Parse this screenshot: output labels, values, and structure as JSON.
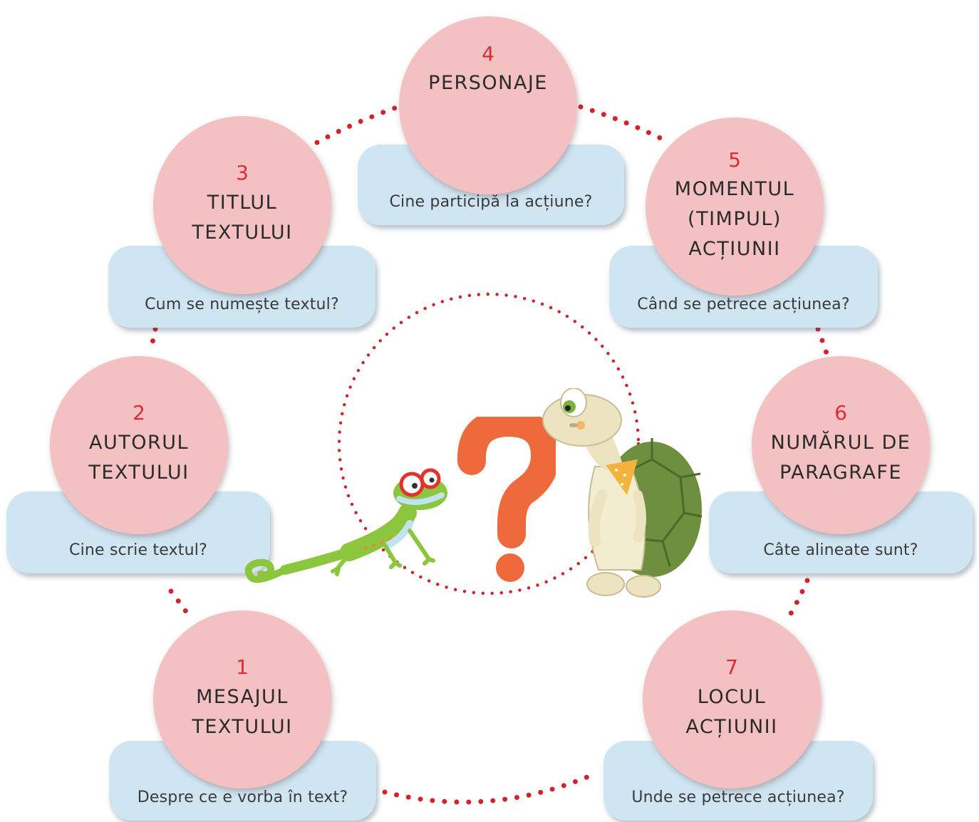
{
  "steps": [
    {
      "number": "1",
      "title": "MESAJUL\nTEXTULUI",
      "question": "Despre ce e vorba în text?"
    },
    {
      "number": "2",
      "title": "AUTORUL\nTEXTULUI",
      "question": "Cine scrie textul?"
    },
    {
      "number": "3",
      "title": "TITLUL\nTEXTULUI",
      "question": "Cum se numește textul?"
    },
    {
      "number": "4",
      "title": "PERSONAJE",
      "question": "Cine participă la acțiune?"
    },
    {
      "number": "5",
      "title": "MOMENTUL\n(TIMPUL)\nACȚIUNII",
      "question": "Când se petrece acțiunea?"
    },
    {
      "number": "6",
      "title": "NUMĂRUL DE\nPARAGRAFE",
      "question": "Câte alineate sunt?"
    },
    {
      "number": "7",
      "title": "LOCUL\nACȚIUNII",
      "question": "Unde se petrece acțiunea?"
    }
  ],
  "colors": {
    "circle": "#f3c1c2",
    "question_box": "#cfe5f2",
    "number": "#e02a35",
    "dots": "#d2232a",
    "question_mark": "#ee6a3c"
  },
  "illustrations": [
    "lizard-illustration",
    "question-mark-illustration",
    "turtle-illustration"
  ]
}
